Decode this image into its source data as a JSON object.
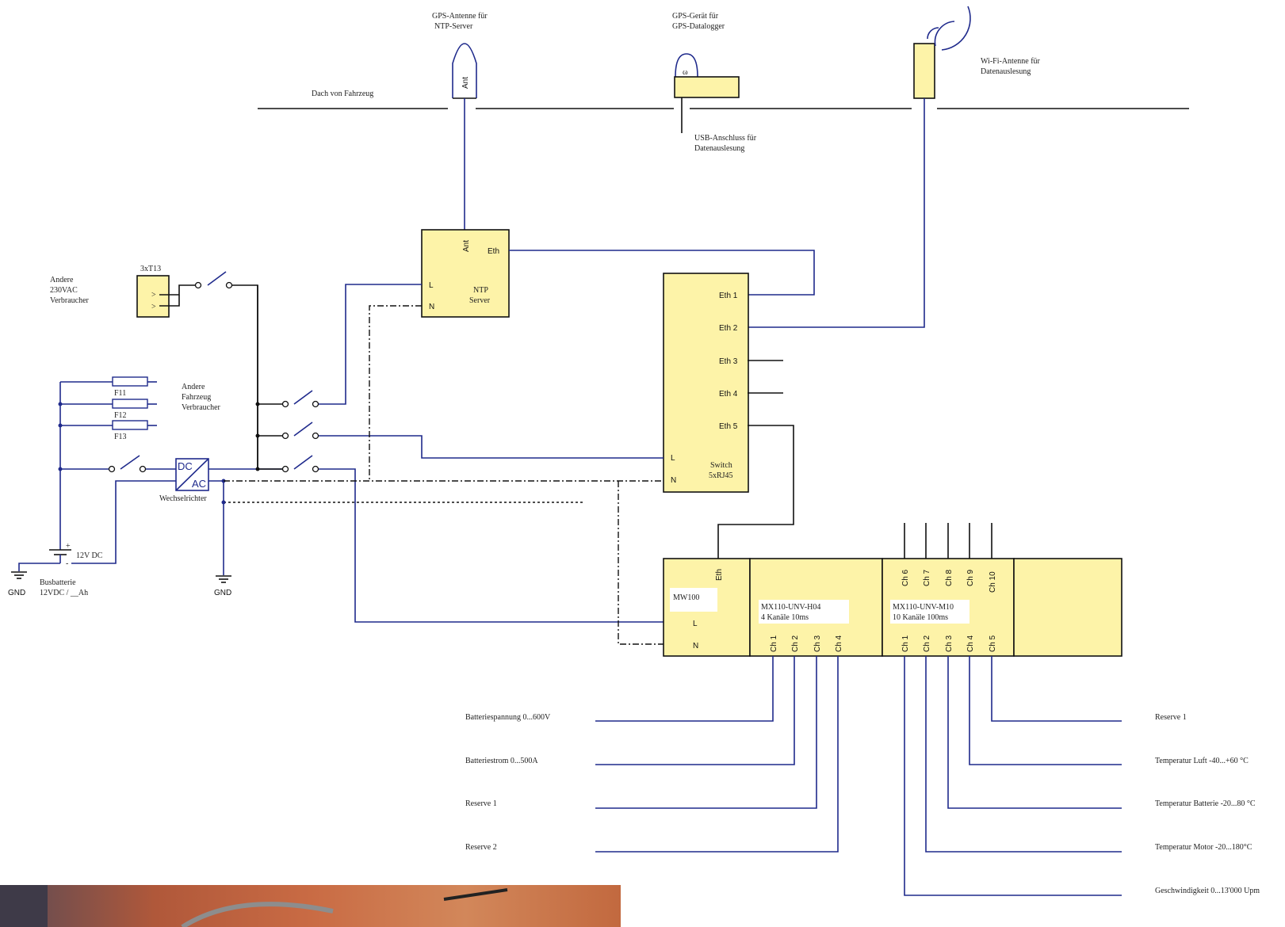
{
  "labels": {
    "gps_antenna": [
      "GPS-Antenne für",
      "NTP-Server"
    ],
    "gps_device": [
      "GPS-Gerät für",
      "GPS-Datalogger"
    ],
    "wifi_antenna": [
      "Wi-Fi-Antenne für",
      "Datenauslesung"
    ],
    "roof": "Dach von Fahrzeug",
    "usb": [
      "USB-Anschluss für",
      "Datenauslesung"
    ],
    "other_230": [
      "Andere",
      "230VAC",
      "Verbraucher"
    ],
    "t13": "3xT13",
    "other_vehicle": [
      "Andere",
      "Fahrzeug",
      "Verbraucher"
    ],
    "fuses": [
      "F11",
      "F12",
      "F13"
    ],
    "dc": "DC",
    "ac": "AC",
    "inverter": "Wechselrichter",
    "battery_voltage": "12V DC",
    "bus_battery": [
      "Busbatterie",
      "12VDC / __Ah"
    ],
    "gnd": "GND",
    "ant": "Ant",
    "gps_dev_ant": "ω"
  },
  "ntp": {
    "name": [
      "NTP",
      "Server"
    ],
    "ant": "Ant",
    "eth": "Eth",
    "l": "L",
    "n": "N"
  },
  "switch": {
    "ports": [
      "Eth 1",
      "Eth 2",
      "Eth 3",
      "Eth 4",
      "Eth 5"
    ],
    "name": [
      "Switch",
      "5xRJ45"
    ],
    "l": "L",
    "n": "N"
  },
  "mw100": {
    "name": "MW100",
    "eth": "Eth",
    "l": "L",
    "n": "N",
    "module1": [
      "MX110-UNV-H04",
      "4 Kanäle 10ms"
    ],
    "module1_channels": [
      "Ch 1",
      "Ch 2",
      "Ch 3",
      "Ch 4"
    ],
    "module2": [
      "MX110-UNV-M10",
      "10 Kanäle 100ms"
    ],
    "module2_channels_bottom": [
      "Ch 1",
      "Ch 2",
      "Ch 3",
      "Ch 4",
      "Ch 5"
    ],
    "module2_channels_top": [
      "Ch 6",
      "Ch 7",
      "Ch 8",
      "Ch 9",
      "Ch 10"
    ]
  },
  "signals_left": [
    "Batteriespannung 0...600V",
    "Batteriestrom 0...500A",
    "Reserve 1",
    "Reserve 2"
  ],
  "signals_right": [
    "Reserve 1",
    "Temperatur Luft -40...+60 °C",
    "Temperatur Batterie -20...80 °C",
    "Temperatur Motor -20...180°C",
    "Geschwindigkeit 0...13'000 Upm"
  ],
  "colors": {
    "box_fill": "#fdf3a8",
    "wire_blue": "#1f2a8c",
    "wire_black": "#111111"
  }
}
